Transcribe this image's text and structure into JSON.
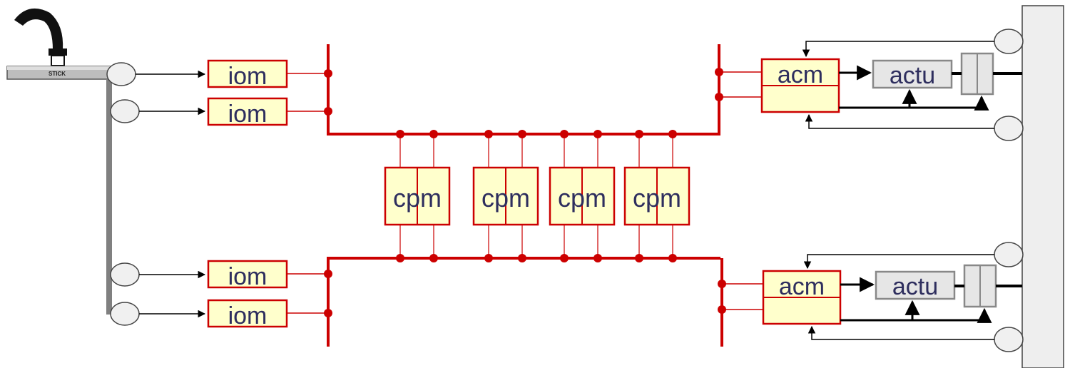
{
  "stick": {
    "label": "STICK"
  },
  "labels": {
    "iom": "iom",
    "cpm": "cpm",
    "acm": "acm",
    "actu": "actu"
  },
  "colors": {
    "bus": "#cc0000",
    "module_fill": "#ffffcc",
    "module_border": "#cc0000",
    "actuator_fill": "#e6e6e6",
    "actuator_border": "#888888",
    "line": "#000000",
    "panel": "#eeeeee"
  },
  "icons": [
    "stick-icon",
    "sensor-icon",
    "arrow-icon",
    "junction-dot-icon",
    "ram-icon"
  ]
}
